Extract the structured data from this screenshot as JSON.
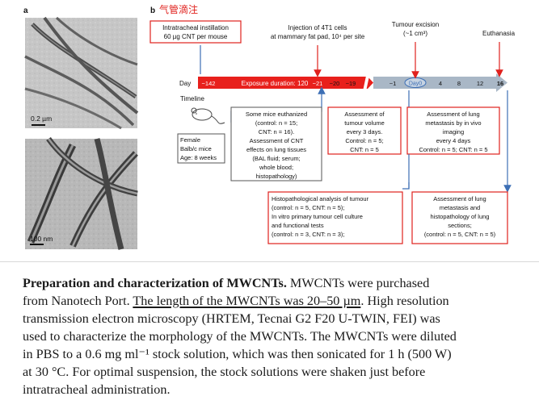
{
  "panels": {
    "a": {
      "letter": "a",
      "scale_top": "0.2 µm",
      "scale_bottom": "100 nm"
    },
    "b": {
      "letter": "b",
      "chinese_note": "气管滴注"
    }
  },
  "top_labels": {
    "instillation_1": "Intratracheal instillation",
    "instillation_2": "60 µg CNT per mouse",
    "injection_1": "Injection of 4T1 cells",
    "injection_2": "at mammary fat pad, 10⁴ per site",
    "excision_1": "Tumour excision",
    "excision_2": "(~1 cm³)",
    "euthanasia": "Euthanasia"
  },
  "timeline": {
    "day_label": "Day",
    "exposure": "Exposure duration: 120",
    "days": [
      "−142",
      "−21",
      "−20",
      "−19",
      "−1",
      "Day0",
      "4",
      "8",
      "12",
      "16"
    ],
    "timeline_word": "Timeline"
  },
  "mice_box": {
    "l1": "Female",
    "l2": "Balb/c mice",
    "l3": "Age: 8 weeks"
  },
  "box_euth": {
    "l1": "Some mice euthanized",
    "l2": "(control: n = 15;",
    "l3": "CNT: n = 16).",
    "l4": "Assessment of CNT",
    "l5": "effects on lung tissues",
    "l6": "(BAL fluid; serum;",
    "l7": "whole blood;",
    "l8": "histopathology)"
  },
  "box_tumour_vol": {
    "l1": "Assessment of",
    "l2": "tumour volume",
    "l3": "every 3 days.",
    "l4": "Control: n = 5;",
    "l5": "CNT: n = 5"
  },
  "box_lung_imaging": {
    "l1": "Assessment of lung",
    "l2": "metastasis by in vivo",
    "l3": "imaging",
    "l4": "every 4 days",
    "l5": "Control: n = 5; CNT: n = 5"
  },
  "box_histo": {
    "l1": "Histopathological analysis of tumour",
    "l2": "(control: n = 5, CNT: n = 5);",
    "l3": "In vitro primary tumour cell culture",
    "l4": "and functional tests",
    "l5": "(control: n = 3, CNT: n = 3);"
  },
  "box_lung_histo": {
    "l1": "Assessment of lung",
    "l2": "metastasis and",
    "l3": "histopathology of lung",
    "l4": "sections;",
    "l5": "(control: n = 5, CNT: n = 5)"
  },
  "caption": {
    "bold": "Preparation and characterization of MWCNTs.",
    "p1": " MWCNTs were purchased",
    "line2_pre": "from Nanotech Port. ",
    "line2_ul": "The length of the MWCNTs was 20–50 µm",
    "line2_post": ". High resolution",
    "line3": "transmission electron microscopy (HRTEM, Tecnai G2 F20 U-TWIN, FEI) was",
    "line4": "used to characterize the morphology of the MWCNTs. The MWCNTs were diluted",
    "line5": "in PBS to a 0.6 mg ml⁻¹ stock solution, which was then sonicated for 1 h (500 W)",
    "line6": "at 30 °C. For optimal suspension, the stock solutions were shaken just before",
    "line7": "intratracheal administration."
  },
  "colors": {
    "red": "#e0211d",
    "blue": "#3d6fb5",
    "exposure_fill": "#e8201c",
    "bar_grey": "#a9b7c6"
  }
}
